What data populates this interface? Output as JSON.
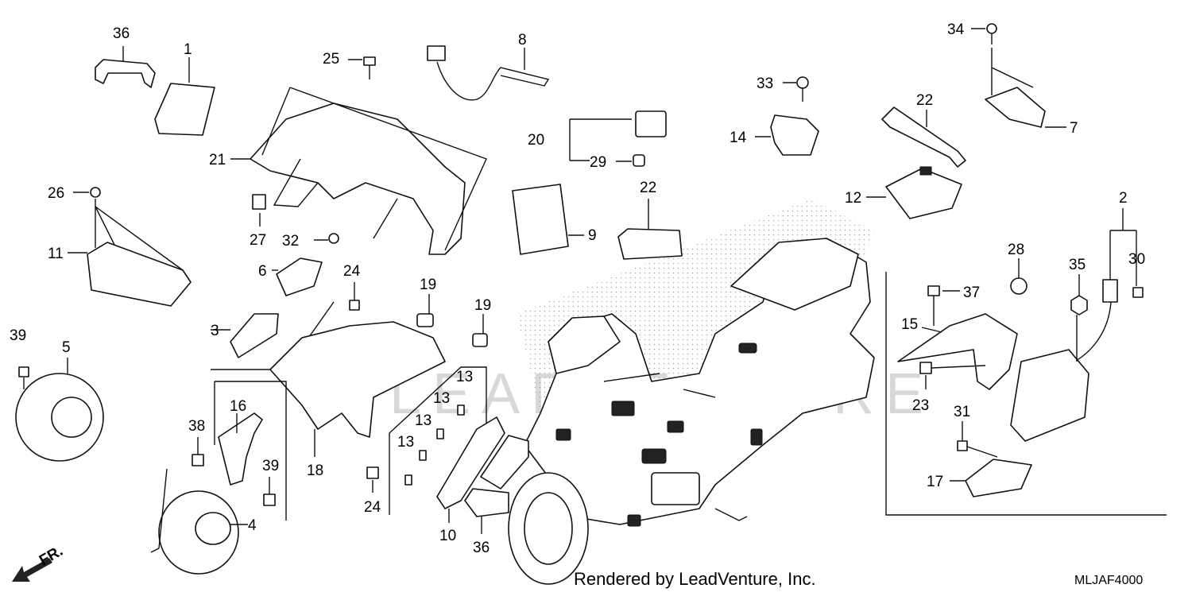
{
  "diagram_code": "MLJAF4000",
  "credit": "Rendered by LeadVenture, Inc.",
  "front_indicator": "FR.",
  "watermark": "LEADVENTURE",
  "callouts": {
    "c1": "1",
    "c2": "2",
    "c3": "3",
    "c4": "4",
    "c5": "5",
    "c6": "6",
    "c7": "7",
    "c8": "8",
    "c9": "9",
    "c10": "10",
    "c11": "11",
    "c12": "12",
    "c13a": "13",
    "c13b": "13",
    "c13c": "13",
    "c13d": "13",
    "c14": "14",
    "c15": "15",
    "c16": "16",
    "c17": "17",
    "c18": "18",
    "c19a": "19",
    "c19b": "19",
    "c20": "20",
    "c21": "21",
    "c22a": "22",
    "c22b": "22",
    "c23": "23",
    "c24a": "24",
    "c24b": "24",
    "c25": "25",
    "c26": "26",
    "c27": "27",
    "c28": "28",
    "c29": "29",
    "c30": "30",
    "c31": "31",
    "c32": "32",
    "c33": "33",
    "c34": "34",
    "c35": "35",
    "c36a": "36",
    "c36b": "36",
    "c37": "37",
    "c38": "38",
    "c39a": "39",
    "c39b": "39"
  }
}
